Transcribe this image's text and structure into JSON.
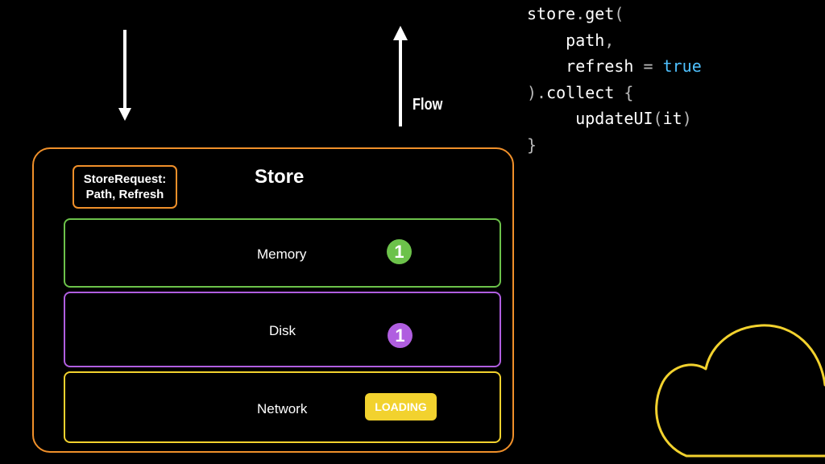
{
  "flow": {
    "label": "Flow"
  },
  "code": {
    "lines": [
      [
        {
          "t": "store",
          "c": "w"
        },
        {
          "t": ".",
          "c": "p"
        },
        {
          "t": "get",
          "c": "w"
        },
        {
          "t": "(",
          "c": "p"
        }
      ],
      [
        {
          "t": "    path",
          "c": "w"
        },
        {
          "t": ",",
          "c": "p"
        }
      ],
      [
        {
          "t": "    refresh ",
          "c": "w"
        },
        {
          "t": "=",
          "c": "p"
        },
        {
          "t": " true",
          "c": "k"
        }
      ],
      [
        {
          "t": ")",
          "c": "p"
        },
        {
          "t": ".",
          "c": "p"
        },
        {
          "t": "collect ",
          "c": "w"
        },
        {
          "t": "{",
          "c": "p"
        }
      ],
      [
        {
          "t": "     updateUI",
          "c": "w"
        },
        {
          "t": "(",
          "c": "p"
        },
        {
          "t": "it",
          "c": "w"
        },
        {
          "t": ")",
          "c": "p"
        }
      ],
      [
        {
          "t": "}",
          "c": "p"
        }
      ]
    ]
  },
  "store": {
    "title": "Store",
    "request_line1": "StoreRequest:",
    "request_line2": "Path, Refresh",
    "layers": {
      "memory": {
        "label": "Memory",
        "badge": "1",
        "color": "#6cc24a"
      },
      "disk": {
        "label": "Disk",
        "badge": "1",
        "color": "#b05ee0"
      },
      "network": {
        "label": "Network",
        "status": "LOADING",
        "color": "#f2d22e"
      }
    }
  },
  "colors": {
    "store_border": "#f0902a",
    "cloud": "#f2d22e",
    "keyword": "#4fc1ff"
  },
  "icons": {
    "cloud": "cloud-icon",
    "arrow_down": "arrow-down-icon",
    "arrow_up": "arrow-up-icon"
  }
}
